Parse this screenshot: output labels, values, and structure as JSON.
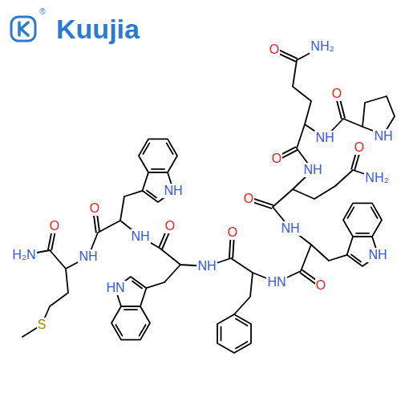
{
  "diagram": {
    "labels": [
      "Kuujia",
      "®",
      "NH",
      "O",
      "NH",
      "O",
      "NH₂",
      "O",
      "NH",
      "O",
      "NH₂",
      "O",
      "NH",
      "NH",
      "O",
      "HN",
      "O",
      "NH",
      "HN",
      "O",
      "NH",
      "NH",
      "O",
      "NH",
      "O",
      "H₂N",
      "S"
    ]
  }
}
